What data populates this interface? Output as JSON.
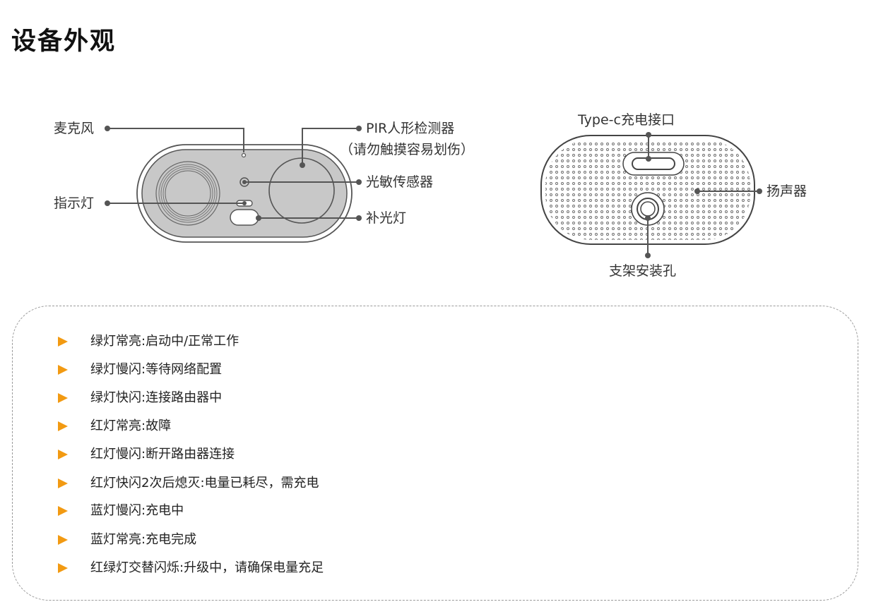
{
  "title": "设备外观",
  "front": {
    "mic": "麦克风",
    "pir": "PIR人形检测器",
    "pir_note": "（请勿触摸容易划伤）",
    "light_sensor": "光敏传感器",
    "indicator": "指示灯",
    "fill_light": "补光灯"
  },
  "back": {
    "type_c": "Type-c充电接口",
    "speaker": "扬声器",
    "mount_hole": "支架安装孔"
  },
  "status_items": [
    "绿灯常亮:启动中/正常工作",
    "绿灯慢闪:等待网络配置",
    "绿灯快闪:连接路由器中",
    "红灯常亮:故障",
    "红灯慢闪:断开路由器连接",
    "红灯快闪2次后熄灭:电量已耗尽，需充电",
    "蓝灯慢闪:充电中",
    "蓝灯常亮:充电完成",
    "红绿灯交替闪烁:升级中，请确保电量充足"
  ],
  "colors": {
    "accent": "#f29a12",
    "device_body": "#c8c8c8",
    "line": "#555555"
  }
}
